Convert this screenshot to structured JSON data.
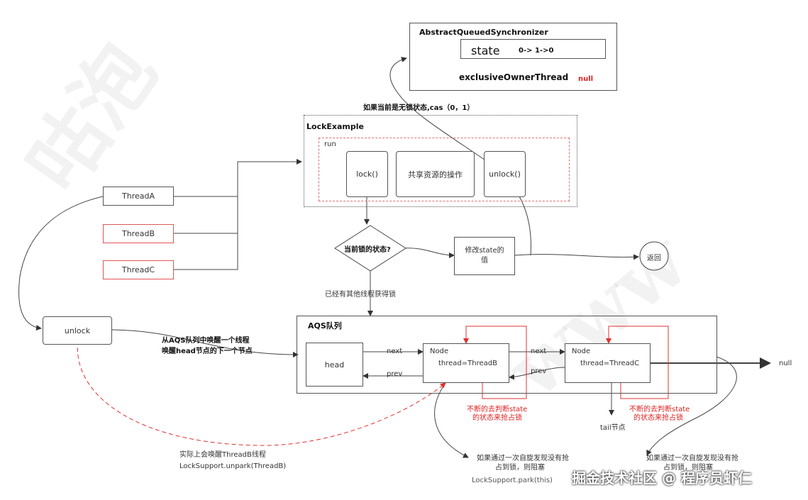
{
  "aqs": {
    "title": "AbstractQueuedSynchronizer",
    "state_label": "state",
    "state_change": "0-> 1->0",
    "owner_label": "exclusiveOwnerThread",
    "owner_value": "null"
  },
  "cas_note": "如果当前是无锁状态,cas（0，1）",
  "lock_example": {
    "title": "LockExample",
    "run_label": "run",
    "lock": "lock()",
    "shared": "共享资源的操作",
    "unlock": "unlock()"
  },
  "threads": {
    "a": "ThreadA",
    "b": "ThreadB",
    "c": "ThreadC"
  },
  "decision": "当前锁的状态?",
  "modify_state": "修改state的值",
  "return_label": "返回",
  "acquired_note": "已经有其他线程获得锁",
  "unlock_box": "unlock",
  "wake_note": {
    "line1": "从AQS队列中唤醒一个线程",
    "line2": "唤醒head节点的下一个节点"
  },
  "queue": {
    "title": "AQS队列",
    "head": "head",
    "node1": {
      "title": "Node",
      "thread": "thread=ThreadB"
    },
    "node2": {
      "title": "Node",
      "thread": "thread=ThreadC"
    },
    "next": "next",
    "prev": "prev",
    "null_label": "null",
    "tail": "tail节点"
  },
  "spin_note": {
    "line1": "不断的去判断state",
    "line2": "的状态来抢占锁"
  },
  "block_note": {
    "line1": "如果通过一次自旋发现没有抢",
    "line2": "占到锁，则阻塞"
  },
  "park_call": "LockSupport.park(this)",
  "unpark_note": {
    "line1": "实际上会唤醒ThreadB线程",
    "line2": "LockSupport.unpark(ThreadB)"
  },
  "credit": "掘金技术社区 @ 程序员虾仁",
  "colors": {
    "accent_red": "#e02020",
    "line": "#444444",
    "dashed": "#e03030"
  }
}
